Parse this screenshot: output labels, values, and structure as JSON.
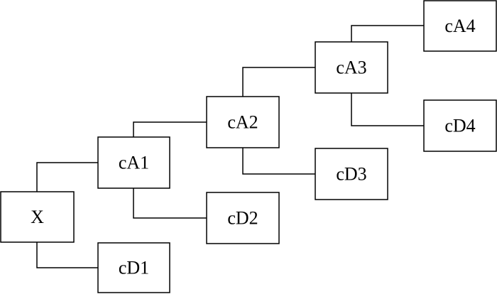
{
  "nodes": {
    "x": "X",
    "ca1": "cA1",
    "ca2": "cA2",
    "ca3": "cA3",
    "ca4": "cA4",
    "cd1": "cD1",
    "cd2": "cD2",
    "cd3": "cD3",
    "cd4": "cD4"
  },
  "colors": {
    "stroke": "#000000",
    "background": "#ffffff"
  }
}
